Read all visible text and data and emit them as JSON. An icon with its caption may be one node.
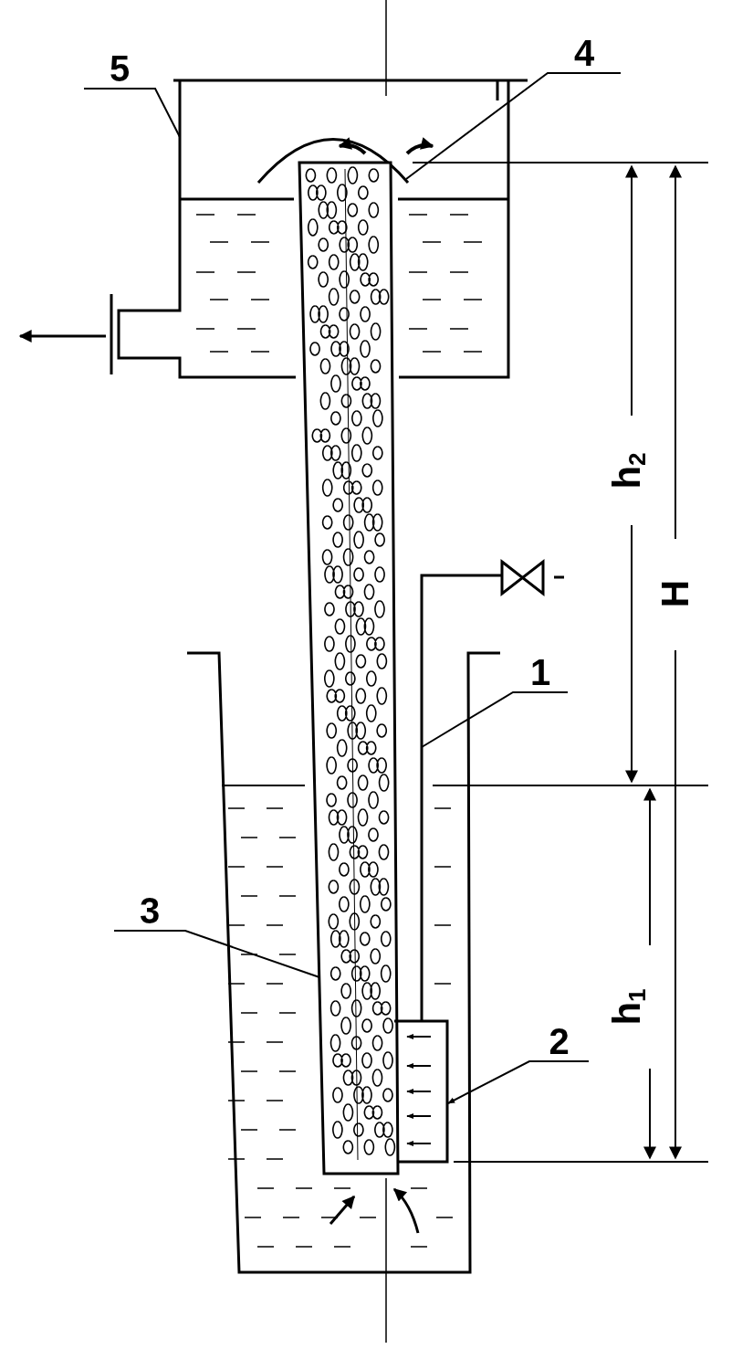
{
  "diagram": {
    "nodes": [
      {
        "text": [
          "5"
        ]
      },
      {
        "text": [
          "4"
        ]
      },
      {
        "text": [
          "1"
        ]
      },
      {
        "text": [
          "3"
        ]
      },
      {
        "text": [
          "2"
        ]
      },
      {
        "text": [],
        "shape": "box"
      },
      {
        "text": [],
        "shape": "arc",
        "in": 5
      },
      {
        "text": [],
        "shape": "bar"
      },
      {
        "text": [],
        "shape": "bar"
      },
      {
        "text": [],
        "shape": "box"
      }
    ],
    "edges": [
      {
        "from": 0,
        "to": 5,
        "arrow": "none"
      },
      {
        "from": 1,
        "to": 6,
        "arrow": "none"
      },
      {
        "from": 2,
        "to": 8,
        "arrow": "none"
      },
      {
        "from": 3,
        "to": 7,
        "arrow": "none"
      },
      {
        "from": 4,
        "to": 9,
        "arrow": "to"
      }
    ],
    "labels": [
      "h$_{2}$",
      "H",
      "h$_{1}$"
    ]
  }
}
